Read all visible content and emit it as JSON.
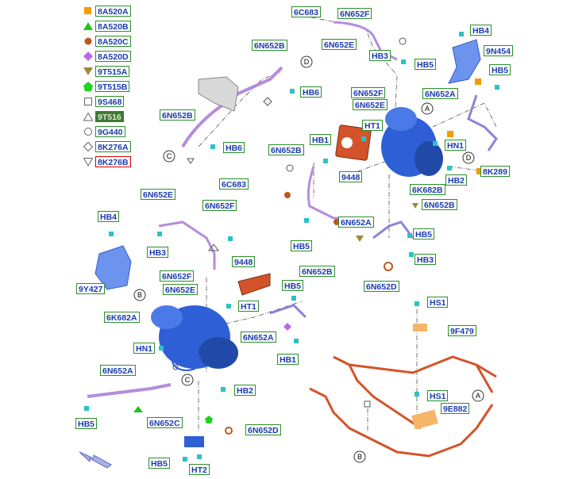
{
  "legend": [
    {
      "code": "8A520A",
      "symbol": "square-filled-orange-icon",
      "color": "#f59b00"
    },
    {
      "code": "8A520B",
      "symbol": "triangle-filled-green-icon",
      "color": "#1ec31e"
    },
    {
      "code": "8A520C",
      "symbol": "circle-filled-brown-icon",
      "color": "#c0561b"
    },
    {
      "code": "8A520D",
      "symbol": "diamond-filled-violet-icon",
      "color": "#b86ae8"
    },
    {
      "code": "9T515A",
      "symbol": "triangle-down-filled-olive-icon",
      "color": "#9b8a3a"
    },
    {
      "code": "9T515B",
      "symbol": "pentagon-filled-green-icon",
      "color": "#1fd31f"
    },
    {
      "code": "9S468",
      "symbol": "square-outline-icon",
      "color": "#666666"
    },
    {
      "code": "9T516",
      "symbol": "triangle-outline-icon",
      "color": "#666666"
    },
    {
      "code": "9G440",
      "symbol": "circle-outline-icon",
      "color": "#666666"
    },
    {
      "code": "8K276A",
      "symbol": "diamond-outline-icon",
      "color": "#666666"
    },
    {
      "code": "8K276B",
      "symbol": "triangle-down-outline-icon",
      "color": "#666666"
    }
  ],
  "callouts": [
    {
      "id": "c1",
      "text": "6C683"
    },
    {
      "id": "c2",
      "text": "6N652F"
    },
    {
      "id": "c3",
      "text": "6N652E"
    },
    {
      "id": "c4",
      "text": "HB3"
    },
    {
      "id": "c5",
      "text": "HB4"
    },
    {
      "id": "c6",
      "text": "9N454"
    },
    {
      "id": "c7",
      "text": "6N652B"
    },
    {
      "id": "c8",
      "text": "HB5"
    },
    {
      "id": "c9",
      "text": "HB5"
    },
    {
      "id": "c10",
      "text": "HB6"
    },
    {
      "id": "c11",
      "text": "6N652F"
    },
    {
      "id": "c12",
      "text": "6N652A"
    },
    {
      "id": "c13",
      "text": "6N652E"
    },
    {
      "id": "c14",
      "text": "6N652B"
    },
    {
      "id": "c15",
      "text": "HT1"
    },
    {
      "id": "c16",
      "text": "HN1"
    },
    {
      "id": "c17",
      "text": "HB6"
    },
    {
      "id": "c18",
      "text": "6N652B"
    },
    {
      "id": "c19",
      "text": "HB1"
    },
    {
      "id": "c20",
      "text": "9448"
    },
    {
      "id": "c21",
      "text": "HB2"
    },
    {
      "id": "c22",
      "text": "6K682B"
    },
    {
      "id": "c23",
      "text": "8K289"
    },
    {
      "id": "c24",
      "text": "6N652E"
    },
    {
      "id": "c25",
      "text": "6C683"
    },
    {
      "id": "c26",
      "text": "6N652F"
    },
    {
      "id": "c27",
      "text": "6N652B"
    },
    {
      "id": "c28",
      "text": "HB4"
    },
    {
      "id": "c29",
      "text": "6N652A"
    },
    {
      "id": "c30",
      "text": "HB5"
    },
    {
      "id": "c31",
      "text": "HB5"
    },
    {
      "id": "c32",
      "text": "HB3"
    },
    {
      "id": "c33",
      "text": "HB3"
    },
    {
      "id": "c34",
      "text": "9448"
    },
    {
      "id": "c35",
      "text": "6N652F"
    },
    {
      "id": "c36",
      "text": "6N652B"
    },
    {
      "id": "c37",
      "text": "6N652E"
    },
    {
      "id": "c38",
      "text": "HB5"
    },
    {
      "id": "c39",
      "text": "6N652D"
    },
    {
      "id": "c40",
      "text": "9Y427"
    },
    {
      "id": "c41",
      "text": "HT1"
    },
    {
      "id": "c42",
      "text": "6K682A"
    },
    {
      "id": "c43",
      "text": "HS1"
    },
    {
      "id": "c44",
      "text": "6N652A"
    },
    {
      "id": "c45",
      "text": "9F479"
    },
    {
      "id": "c46",
      "text": "HN1"
    },
    {
      "id": "c47",
      "text": "HB1"
    },
    {
      "id": "c48",
      "text": "6N652A"
    },
    {
      "id": "c49",
      "text": "HB2"
    },
    {
      "id": "c50",
      "text": "HS1"
    },
    {
      "id": "c51",
      "text": "9E882"
    },
    {
      "id": "c52",
      "text": "HB5"
    },
    {
      "id": "c53",
      "text": "6N652C"
    },
    {
      "id": "c54",
      "text": "6N652D"
    },
    {
      "id": "c55",
      "text": "HB5"
    },
    {
      "id": "c56",
      "text": "HT2"
    }
  ],
  "view_markers": [
    {
      "id": "v1",
      "text": "D"
    },
    {
      "id": "v2",
      "text": "A"
    },
    {
      "id": "v3",
      "text": "C"
    },
    {
      "id": "v4",
      "text": "D"
    },
    {
      "id": "v5",
      "text": "B"
    },
    {
      "id": "v6",
      "text": "C"
    },
    {
      "id": "v7",
      "text": "A"
    },
    {
      "id": "v8",
      "text": "B"
    }
  ],
  "colors": {
    "callout_border": "#2a8f2a",
    "callout_text": "#1b3bb0",
    "turbo_blue": "#2f5fd6",
    "pipe_violet": "#b58cdc",
    "harness_orange": "#d4532a"
  }
}
